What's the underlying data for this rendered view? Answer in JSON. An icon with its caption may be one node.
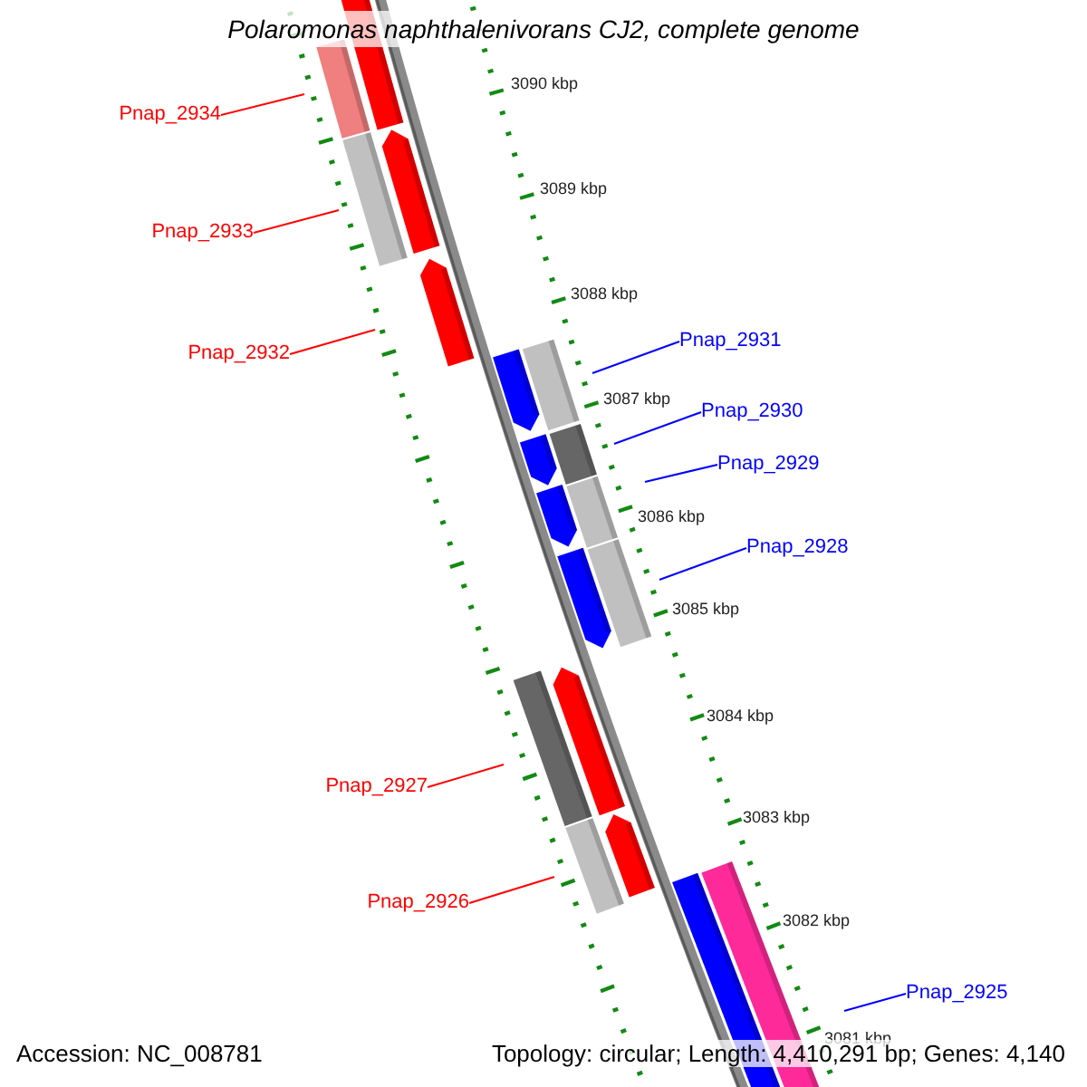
{
  "diagram": {
    "title": "Polaromonas naphthalenivorans CJ2, complete genome",
    "nodes": [
      {
        "text": [
          "Pnap_2934"
        ]
      },
      {
        "text": [
          "Pnap_2933"
        ]
      },
      {
        "text": [
          "Pnap_2931"
        ]
      },
      {
        "text": [
          "Pnap_2932"
        ]
      },
      {
        "text": [
          "Pnap_2930"
        ]
      },
      {
        "text": [
          "Pnap_2929"
        ]
      },
      {
        "text": [
          "Pnap_2928"
        ]
      },
      {
        "text": [
          "Pnap_2927"
        ]
      },
      {
        "text": [
          "Pnap_2926"
        ]
      },
      {
        "text": [
          "Pnap_2925"
        ]
      }
    ],
    "edges": [
      {
        "from": 0,
        "to": null,
        "arrow": "none",
        "color": "#ff0000"
      },
      {
        "from": 1,
        "to": null,
        "arrow": "none",
        "color": "#ff0000"
      },
      {
        "from": 2,
        "to": null,
        "arrow": "none",
        "color": "#0000ff"
      },
      {
        "from": 3,
        "to": null,
        "arrow": "none",
        "color": "#ff0000"
      },
      {
        "from": 4,
        "to": null,
        "arrow": "none",
        "color": "#0000ff"
      },
      {
        "from": 5,
        "to": null,
        "arrow": "none",
        "color": "#0000ff"
      },
      {
        "from": 6,
        "to": null,
        "arrow": "none",
        "color": "#0000ff"
      },
      {
        "from": 7,
        "to": null,
        "arrow": "none",
        "color": "#ff0000"
      },
      {
        "from": 8,
        "to": null,
        "arrow": "none",
        "color": "#ff0000"
      },
      {
        "from": 9,
        "to": null,
        "arrow": "none",
        "color": "#0000ff"
      }
    ],
    "labels": [
      "3090 kbp",
      "3089 kbp",
      "3088 kbp",
      "3087 kbp",
      "3086 kbp",
      "3085 kbp",
      "3084 kbp",
      "3083 kbp",
      "3082 kbp",
      "3081 kbp",
      "Accession: NC_008781",
      "Topology: circular; Length: 4,410,291 bp; Genes: 4,140"
    ]
  }
}
